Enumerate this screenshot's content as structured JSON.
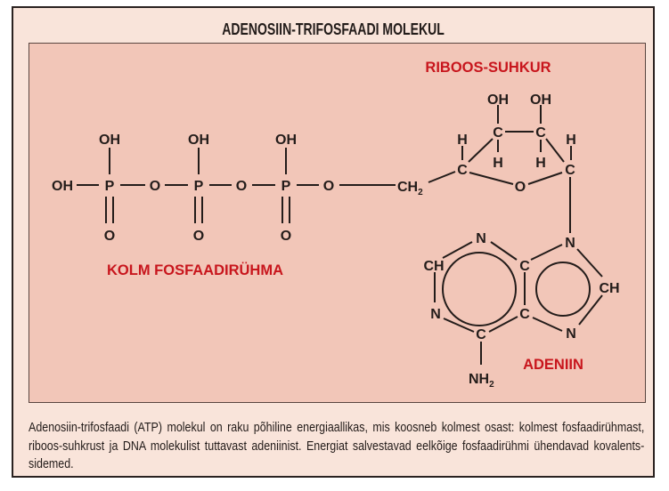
{
  "title": "ADENOSIIN-TRIFOSFAADI MOLEKUL",
  "labels": {
    "phosphate_group": "KOLM FOSFAADIRÜHMA",
    "ribose": "RIBOOS-SUHKUR",
    "adenine": "ADENIIN"
  },
  "atoms": {
    "oh_terminal": "OH",
    "p1": "P",
    "p1_oh": "OH",
    "p1_o": "O",
    "o12": "O",
    "p2": "P",
    "p2_oh": "OH",
    "p2_o": "O",
    "o23": "O",
    "p3": "P",
    "p3_oh": "OH",
    "p3_o": "O",
    "o_ester": "O",
    "ch2": "CH",
    "ch2_sub": "2",
    "sugar_c1": "C",
    "sugar_c1_h": "H",
    "sugar_c2": "C",
    "sugar_c2_oh": "OH",
    "sugar_c2_h": "H",
    "sugar_c3": "C",
    "sugar_c3_oh": "OH",
    "sugar_c3_h": "H",
    "sugar_c4": "C",
    "sugar_c4_h": "H",
    "sugar_o": "O",
    "ade_n9": "N",
    "ade_c8": "CH",
    "ade_n7": "N",
    "ade_c4": "C",
    "ade_c5": "C",
    "ade_n3": "N",
    "ade_c2": "CH",
    "ade_n1": "N",
    "ade_c6": "C",
    "ade_nh2": "NH",
    "ade_nh2_sub": "2"
  },
  "caption": "Adenosiin-trifosfaadi (ATP) molekul on raku põhiline energiaallikas, mis koosneb kolmest osast: kolmest fosfaadirühmast, riboos-suhkrust ja DNA molekulist tuttavast adeniinist. Energiat salvestavad eelkõige fosfaadirühmi ühendavad kovalents-sidemed.",
  "colors": {
    "outer_bg": "#f9e4da",
    "inner_bg": "#f2c6b8",
    "label_red": "#c8161d",
    "ink": "#231c1a"
  }
}
